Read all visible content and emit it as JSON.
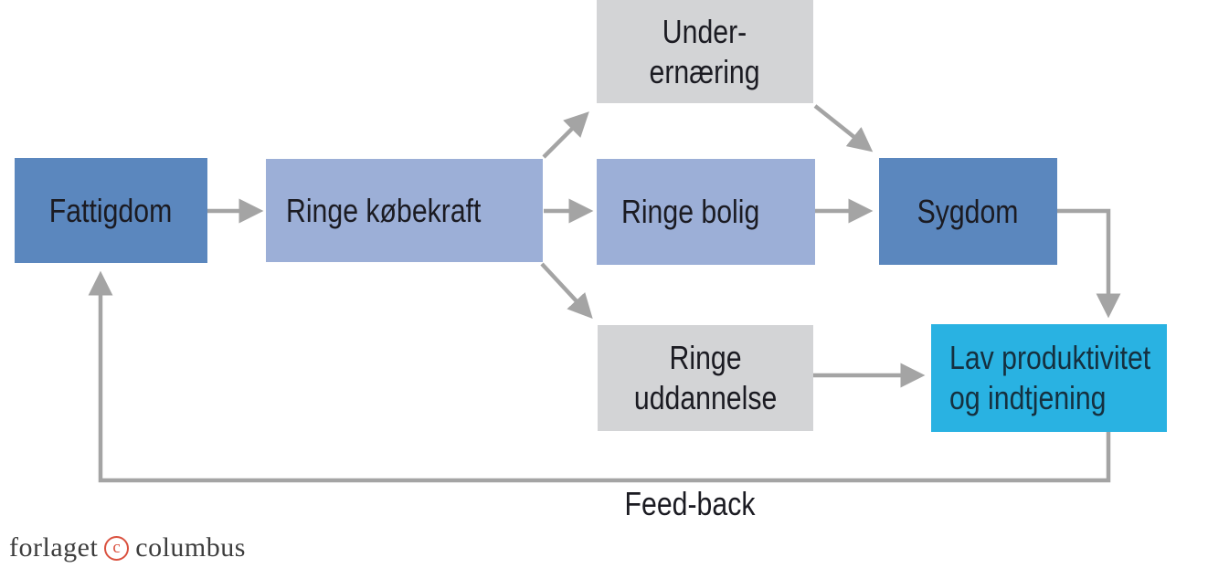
{
  "nodes": {
    "fattigdom": {
      "label": "Fattigdom"
    },
    "kobekraft": {
      "label": "Ringe købekraft"
    },
    "underernaering": {
      "line1": "Under-",
      "line2": "ernæring"
    },
    "bolig": {
      "label": "Ringe bolig"
    },
    "sygdom": {
      "label": "Sygdom"
    },
    "uddannelse": {
      "line1": "Ringe",
      "line2": "uddannelse"
    },
    "produktivitet": {
      "line1": "Lav produktivitet",
      "line2": "og indtjening"
    }
  },
  "labels": {
    "feedback": "Feed-back"
  },
  "footer": {
    "word1": "forlaget",
    "copyright_symbol": "c",
    "word2": "columbus"
  },
  "colors": {
    "dark_blue": "#5b87be",
    "light_blue": "#9cafd7",
    "gray_box": "#d3d4d6",
    "cyan_box": "#29b2e2",
    "arrow": "#a4a4a4",
    "text": "#1b1b22",
    "cyan_box_text": "#15303f",
    "logo_red": "#da513f",
    "logo_text": "#3d3d3d"
  }
}
